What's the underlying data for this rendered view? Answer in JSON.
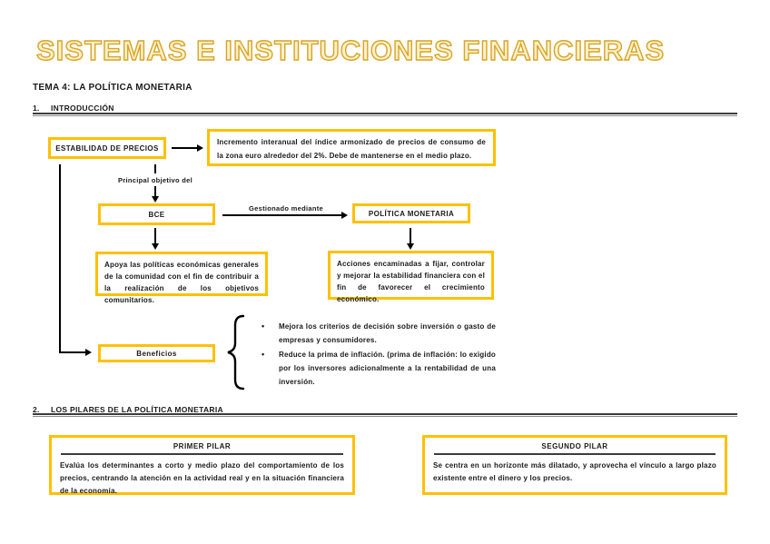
{
  "page": {
    "title": "SISTEMAS E INSTITUCIONES FINANCIERAS",
    "subtitle": "TEMA 4: LA POLÍTICA MONETARIA"
  },
  "sections": {
    "s1": {
      "number": "1.",
      "title": "INTRODUCCIÓN"
    },
    "s2": {
      "number": "2.",
      "title": "LOS PILARES DE LA POLÍTICA MONETARIA"
    }
  },
  "diagram": {
    "estabilidad_label": "ESTABILIDAD DE PRECIOS",
    "estabilidad_note": "Incremento interanual del índice armonizado de precios de consumo de la zona euro alrededor del 2%. Debe de mantenerse en el medio plazo.",
    "principal_label": "Principal objetivo del",
    "bce_label": "BCE",
    "gestionado_label": "Gestionado mediante",
    "politica_label": "POLÍTICA MONETARIA",
    "bce_note": "Apoya las políticas económicas generales de la comunidad con el fin de contribuir a la realización de los objetivos comunitarios.",
    "politica_note": "Acciones encaminadas a fijar, controlar y mejorar la estabilidad financiera con el fin de favorecer el crecimiento económico.",
    "beneficios_label": "Beneficios",
    "beneficios_items": [
      "Mejora los criterios de decisión sobre inversión o gasto de empresas y consumidores.",
      "Reduce la prima de inflación. (prima de inflación: lo exigido por los inversores adicionalmente a la rentabilidad de una inversión."
    ]
  },
  "pillars": [
    {
      "title": "PRIMER PILAR",
      "text": "Evalúa los determinantes a corto y medio plazo del comportamiento de los precios, centrando la atención en la actividad real y en la situación financiera de la economía."
    },
    {
      "title": "SEGUNDO PILAR",
      "text": "Se centra en un horizonte más dilatado, y aprovecha el vínculo a largo plazo existente entre el dinero y los precios."
    }
  ],
  "colors": {
    "accent": "#FFC000",
    "title_stroke": "#D9A521",
    "rule": "#3C3C3C",
    "text": "#1A1A1A"
  }
}
